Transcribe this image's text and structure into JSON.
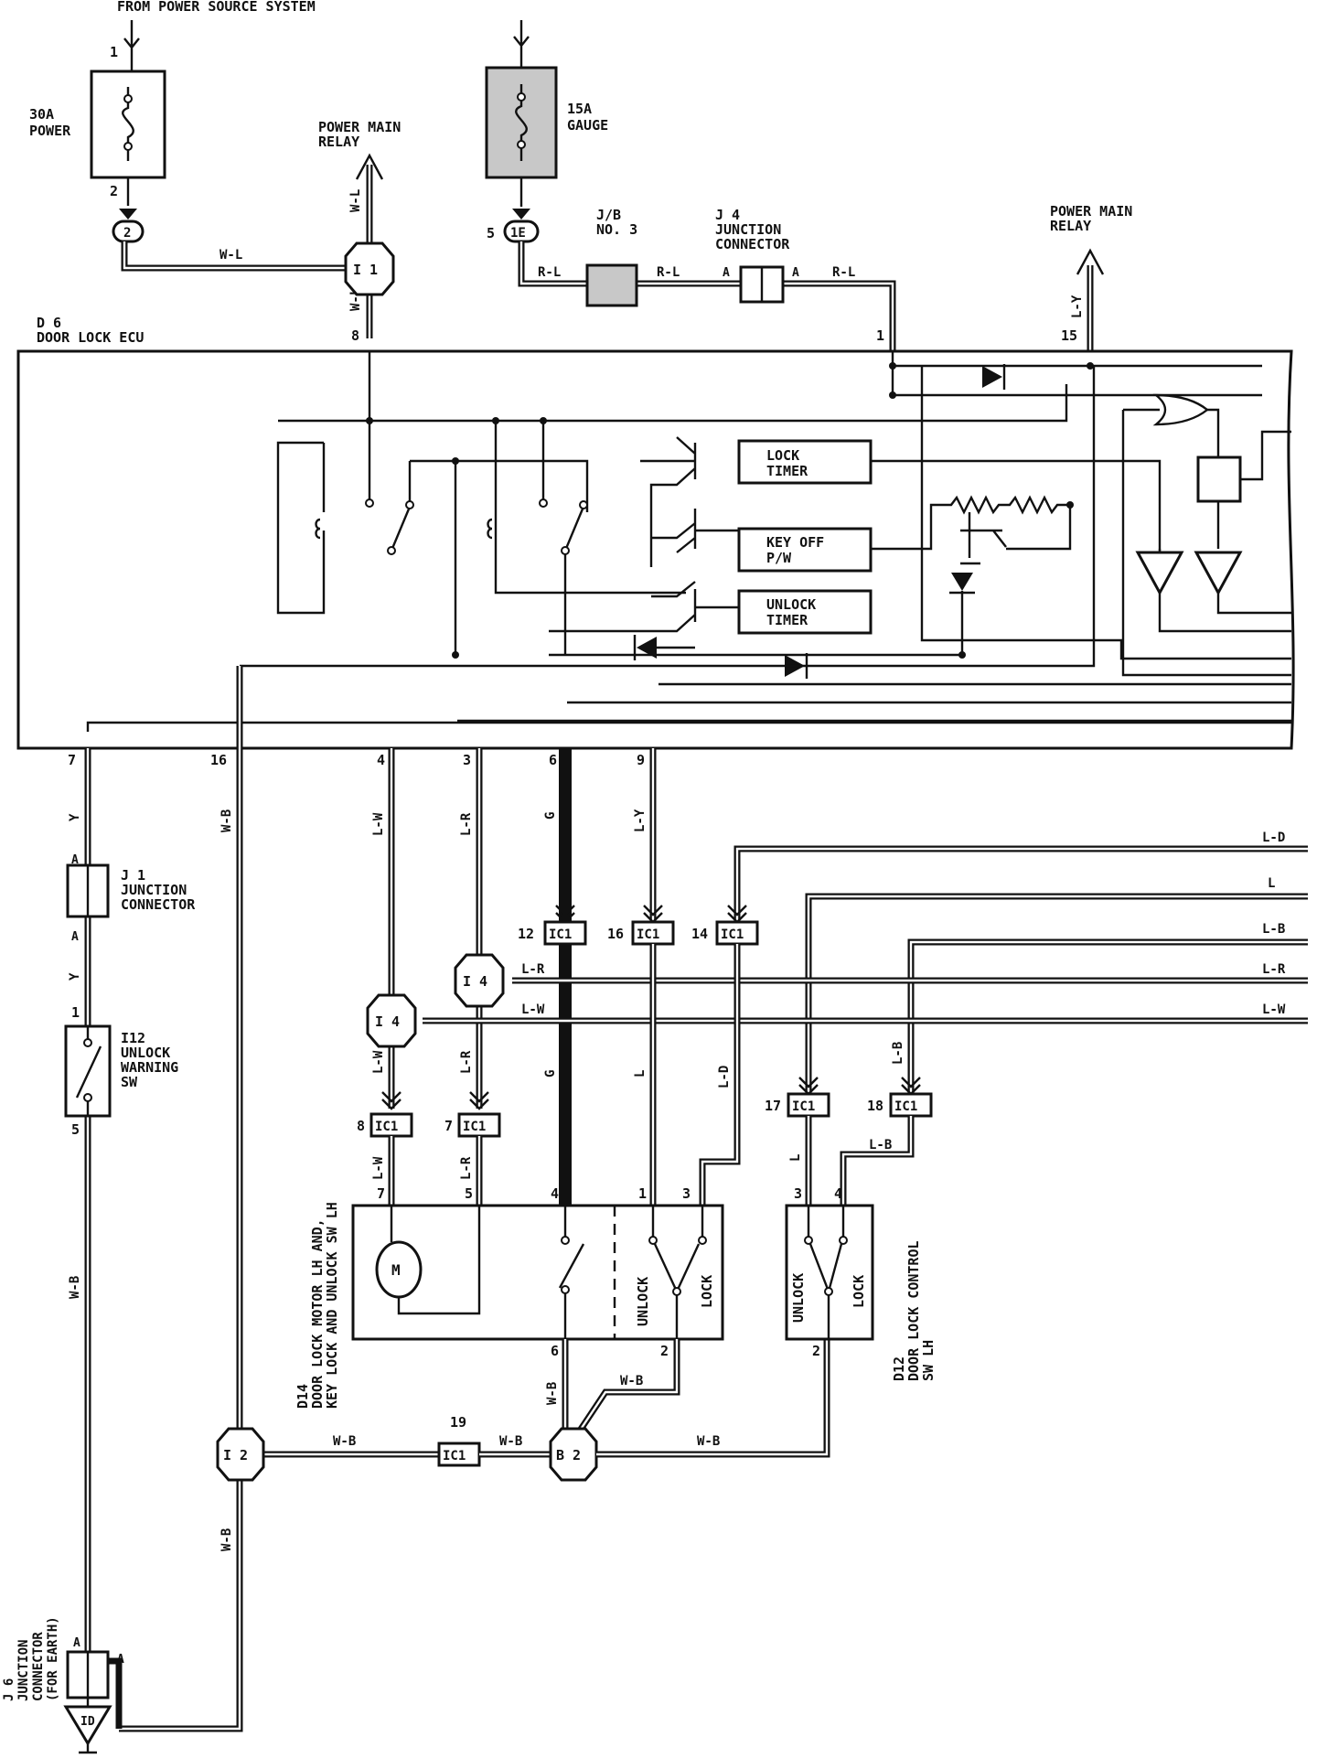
{
  "power_source": "FROM POWER SOURCE SYSTEM",
  "fuses": {
    "power": {
      "rating": "30A",
      "name": "POWER",
      "pin_in": "1",
      "pin_out": "2",
      "connector": "2"
    },
    "gauge": {
      "rating": "15A",
      "name": "GAUGE",
      "pin_out": "5",
      "connector": "1E"
    }
  },
  "relays": {
    "left": {
      "line1": "POWER MAIN",
      "line2": "RELAY"
    },
    "right": {
      "line1": "POWER MAIN",
      "line2": "RELAY"
    }
  },
  "junction_block": {
    "line1": "J/B",
    "line2": "NO. 3"
  },
  "j4": {
    "line1": "J 4",
    "line2": "JUNCTION",
    "line3": "CONNECTOR",
    "pin_a": "A"
  },
  "j1": {
    "line1": "J 1",
    "line2": "JUNCTION",
    "line3": "CONNECTOR",
    "pin_a": "A"
  },
  "j6": {
    "line1": "J 6",
    "line2": "JUNCTION",
    "line3": "CONNECTOR",
    "line4": "(FOR EARTH)",
    "pin_a": "A"
  },
  "ground": "ID",
  "ecu": {
    "title1": "D 6",
    "title2": "DOOR LOCK ECU"
  },
  "ecu_blocks": {
    "lock_timer": {
      "l1": "LOCK",
      "l2": "TIMER"
    },
    "key_off": {
      "l1": "KEY OFF",
      "l2": "P/W"
    },
    "unlock_timer": {
      "l1": "UNLOCK",
      "l2": "TIMER"
    }
  },
  "ecu_pins": {
    "p8": "8",
    "p1": "1",
    "p15": "15",
    "p7": "7",
    "p16": "16",
    "p4": "4",
    "p3": "3",
    "p6": "6",
    "p9": "9"
  },
  "wire_colors": {
    "wl": "W-L",
    "rl": "R-L",
    "ly": "L-Y",
    "y": "Y",
    "wb": "W-B",
    "lw": "L-W",
    "lr": "L-R",
    "g": "G",
    "ld": "L-D",
    "l": "L",
    "lb": "L-B"
  },
  "splices": {
    "i1": "I 1",
    "i2": "I 2",
    "i4a": "I 4",
    "i4b": "I 4",
    "b2": "B 2"
  },
  "ic1": "IC1",
  "ic1_pins": {
    "p12": "12",
    "p16": "16",
    "p14": "14",
    "p8": "8",
    "p7": "7",
    "p17": "17",
    "p18": "18",
    "p19": "19"
  },
  "i12": {
    "l1": "I12",
    "l2": "UNLOCK",
    "l3": "WARNING",
    "l4": "SW",
    "pin_top": "1",
    "pin_bot": "5"
  },
  "d14": {
    "code": "D14",
    "l1": "DOOR LOCK MOTOR LH AND,",
    "l2": "KEY LOCK AND UNLOCK SW LH",
    "motor": "M",
    "unlock": "UNLOCK",
    "lock": "LOCK",
    "pins": {
      "p7": "7",
      "p5": "5",
      "p4": "4",
      "p1": "1",
      "p3": "3",
      "p6": "6",
      "p2": "2"
    }
  },
  "d12": {
    "code": "D12",
    "l1": "DOOR LOCK CONTROL",
    "l2": "SW LH",
    "unlock": "UNLOCK",
    "lock": "LOCK",
    "pins": {
      "p3": "3",
      "p4": "4",
      "p2": "2"
    }
  },
  "right_edge_wires": [
    "L-D",
    "L",
    "L-B",
    "L-R",
    "L-W"
  ]
}
